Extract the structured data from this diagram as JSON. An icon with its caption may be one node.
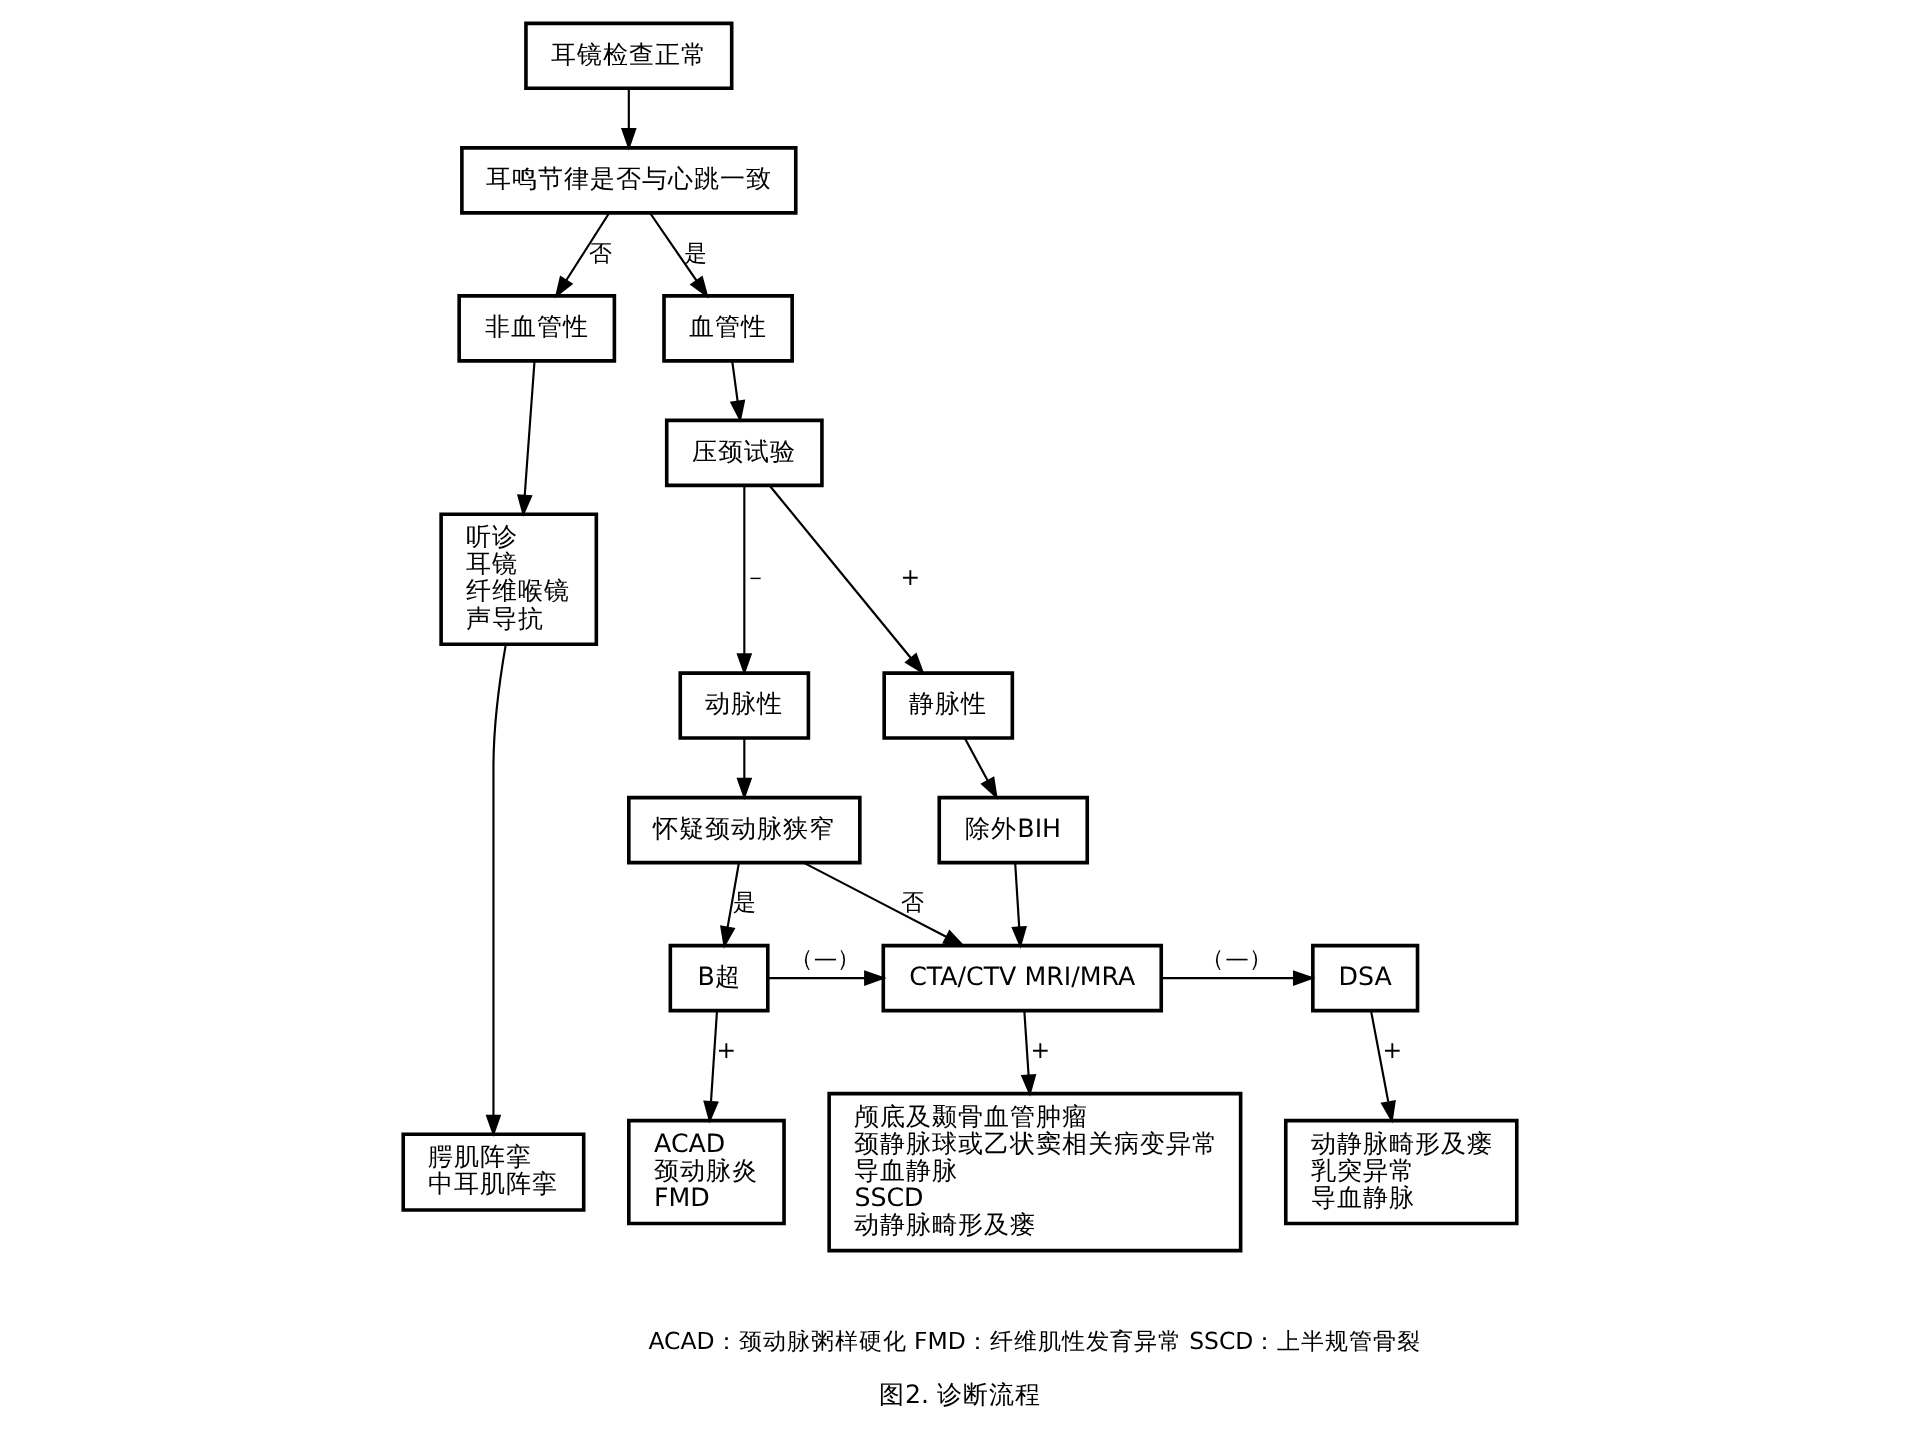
{
  "diagram": {
    "caption": "图2. 诊断流程",
    "nodes": [
      {
        "text": [
          "耳镜检查正常"
        ]
      },
      {
        "text": [
          "耳鸣节律是否与心跳一致"
        ]
      },
      {
        "text": [
          "非血管性"
        ]
      },
      {
        "text": [
          "血管性"
        ]
      },
      {
        "text": [
          "压颈试验"
        ]
      },
      {
        "text": [
          "动脉性"
        ]
      },
      {
        "text": [
          "静脉性"
        ]
      },
      {
        "text": [
          "怀疑颈动脉狭窄"
        ]
      },
      {
        "text": [
          "除外BIH"
        ]
      },
      {
        "text": [
          "B超"
        ]
      },
      {
        "text": [
          "CTA/CTV MRI/MRA"
        ]
      },
      {
        "text": [
          "DSA"
        ]
      },
      {
        "text": [
          "听诊",
          "耳镜",
          "纤维喉镜",
          "声导抗"
        ]
      },
      {
        "text": [
          "腭肌阵挛",
          "中耳肌阵挛"
        ]
      },
      {
        "text": [
          "ACAD",
          "颈动脉炎",
          "FMD"
        ]
      },
      {
        "text": [
          "颅底及颞骨血管肿瘤",
          "颈静脉球或乙状窦相关病变异常",
          "导血静脉",
          "SSCD",
          "动静脉畸形及瘘"
        ]
      },
      {
        "text": [
          "动静脉畸形及瘘",
          "乳突异常",
          "导血静脉"
        ]
      }
    ],
    "edges": [
      {
        "from": 0,
        "to": 1,
        "arrow": "to"
      },
      {
        "from": 1,
        "to": 2,
        "arrow": "to",
        "label": "否"
      },
      {
        "from": 1,
        "to": 3,
        "arrow": "to",
        "label": "是"
      },
      {
        "from": 3,
        "to": 4,
        "arrow": "to"
      },
      {
        "from": 4,
        "to": 5,
        "arrow": "to",
        "label": "－"
      },
      {
        "from": 4,
        "to": 6,
        "arrow": "to",
        "label": "+"
      },
      {
        "from": 5,
        "to": 7,
        "arrow": "to"
      },
      {
        "from": 6,
        "to": 8,
        "arrow": "to"
      },
      {
        "from": 7,
        "to": 9,
        "arrow": "to",
        "label": "是"
      },
      {
        "from": 7,
        "to": 10,
        "arrow": "to",
        "label": "否"
      },
      {
        "from": 8,
        "to": 10,
        "arrow": "to"
      },
      {
        "from": 9,
        "to": 10,
        "arrow": "to",
        "label": "（—）"
      },
      {
        "from": 10,
        "to": 11,
        "arrow": "to",
        "label": "（—）"
      },
      {
        "from": 2,
        "to": 12,
        "arrow": "to"
      },
      {
        "from": 12,
        "to": 13,
        "arrow": "to"
      },
      {
        "from": 9,
        "to": 14,
        "arrow": "to",
        "label": "+"
      },
      {
        "from": 10,
        "to": 15,
        "arrow": "to",
        "label": "+"
      },
      {
        "from": 11,
        "to": 16,
        "arrow": "to",
        "label": "+"
      }
    ],
    "labels": [
      "ACAD：颈动脉粥样硬化 FMD：纤维肌性发育异常 SSCD：上半规管骨裂"
    ]
  }
}
